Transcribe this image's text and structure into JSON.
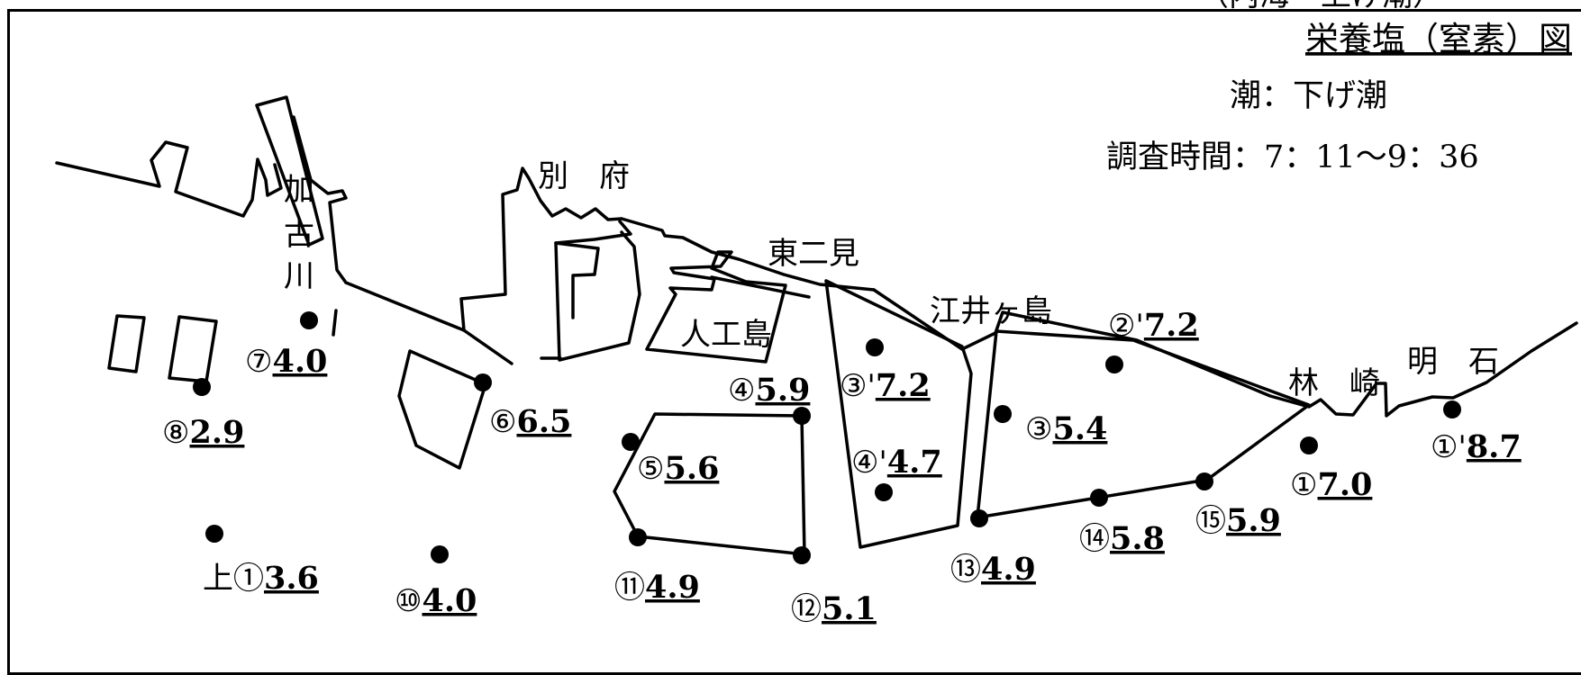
{
  "header": {
    "partial_text": "（内海　上げ潮）"
  },
  "title": "栄養塩（窒素）図",
  "tide_line": "潮：下げ潮",
  "survey_time_line": "調査時間：7：11～9：36",
  "places": {
    "kakogawa": [
      "加",
      "古",
      "川"
    ],
    "beppu": "別　府",
    "higashifutami": "東二見",
    "jinkojima": "人工島",
    "einogashima": "江井ヶ島",
    "hayashizaki": "林　崎",
    "akashi": "明　石"
  },
  "stations": [
    {
      "id": "s7",
      "label": "⑦",
      "value": "4.0"
    },
    {
      "id": "s8",
      "label": "⑧",
      "value": "2.9"
    },
    {
      "id": "s6",
      "label": "⑥",
      "value": "6.5"
    },
    {
      "id": "s4",
      "label": "④",
      "value": "5.9"
    },
    {
      "id": "s5",
      "label": "⑤",
      "value": "5.6"
    },
    {
      "id": "s3p",
      "label": "③'",
      "value": "7.2"
    },
    {
      "id": "s4p",
      "label": "④'",
      "value": "4.7"
    },
    {
      "id": "s2p",
      "label": "②'",
      "value": "7.2"
    },
    {
      "id": "s3",
      "label": "③",
      "value": "5.4"
    },
    {
      "id": "s1p",
      "label": "①'",
      "value": "8.7"
    },
    {
      "id": "s1",
      "label": "①",
      "value": "7.0"
    },
    {
      "id": "s15",
      "label": "⑮",
      "value": "5.9"
    },
    {
      "id": "s14",
      "label": "⑭",
      "value": "5.8"
    },
    {
      "id": "s13",
      "label": "⑬",
      "value": "4.9"
    },
    {
      "id": "s12",
      "label": "⑫",
      "value": "5.1"
    },
    {
      "id": "s11",
      "label": "⑪",
      "value": "4.9"
    },
    {
      "id": "s10",
      "label": "⑩",
      "value": "4.0"
    },
    {
      "id": "su1",
      "label": "上①",
      "value": "3.6"
    }
  ]
}
